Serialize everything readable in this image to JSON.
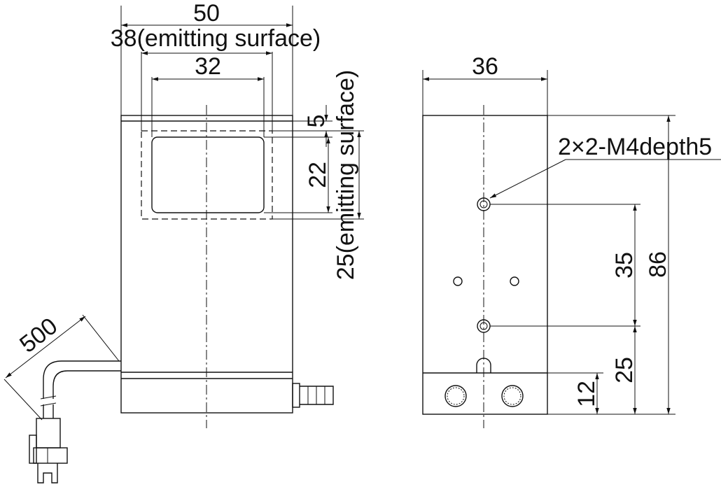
{
  "front_view": {
    "width_label": "50",
    "emitting_width_label": "38(emitting surface)",
    "window_width_label": "32",
    "top_margin_label": "5",
    "window_height_label": "22",
    "emitting_height_label": "25(emitting surface)",
    "cable_length_label": "500"
  },
  "side_view": {
    "width_label": "36",
    "thread_label": "2×2-M4depth5",
    "hole_pitch_label": "35",
    "total_height_label": "86",
    "bottom_hole_label": "25",
    "base_height_label": "12"
  }
}
